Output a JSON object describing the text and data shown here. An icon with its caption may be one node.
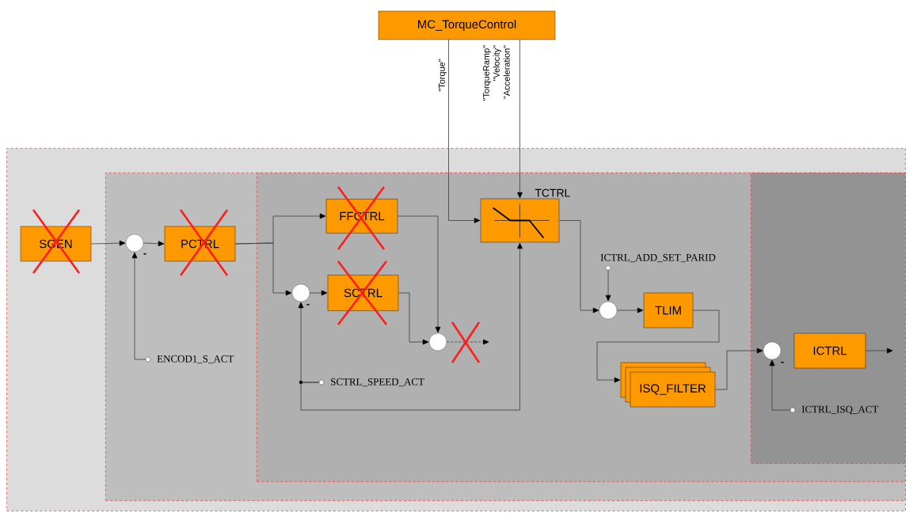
{
  "diagram": {
    "nodes": [
      {
        "text": [],
        "shape": "box"
      },
      {
        "text": [],
        "shape": "box",
        "in": 0
      },
      {
        "text": [],
        "shape": "box",
        "in": 1
      },
      {
        "text": [],
        "shape": "box",
        "in": 2
      },
      {
        "text": [
          "MC_TorqueControl"
        ]
      },
      {
        "text": [
          "SGEN"
        ],
        "in": 0
      },
      {
        "text": [],
        "shape": "circle",
        "in": 1
      },
      {
        "text": [
          "PCTRL"
        ],
        "in": 1
      },
      {
        "text": [
          "FFCTRL"
        ],
        "in": 2
      },
      {
        "text": [],
        "shape": "circle",
        "in": 2
      },
      {
        "text": [
          "SCTRL"
        ],
        "in": 2
      },
      {
        "text": [],
        "shape": "circle",
        "in": 2
      },
      {
        "text": [
          "TCTRL"
        ],
        "in": 2
      },
      {
        "text": [
          "ENCOD1_S_ACT"
        ],
        "in": 1
      },
      {
        "text": [
          "SCTRL_SPEED_ACT"
        ],
        "in": 2
      },
      {
        "text": [
          "ICTRL_ADD_SET_PARID"
        ],
        "in": 2
      },
      {
        "text": [],
        "shape": "circle",
        "in": 2
      },
      {
        "text": [
          "TLIM"
        ],
        "in": 2
      },
      {
        "text": [
          "ISQ_FILTER"
        ],
        "in": 2
      },
      {
        "text": [],
        "shape": "circle",
        "in": 3
      },
      {
        "text": [
          "ICTRL"
        ],
        "in": 3
      },
      {
        "text": [
          "ICTRL_ISQ_ACT"
        ],
        "in": 3
      }
    ],
    "edges": [
      {
        "from": 5,
        "to": 6,
        "arrow": "to"
      },
      {
        "from": 6,
        "to": 7,
        "arrow": "to"
      },
      {
        "from": 7,
        "to": 8,
        "arrow": "to"
      },
      {
        "from": 7,
        "to": 9,
        "arrow": "to"
      },
      {
        "from": 9,
        "to": 10,
        "arrow": "to"
      },
      {
        "from": 8,
        "to": 11,
        "arrow": "to"
      },
      {
        "from": 10,
        "to": 11,
        "arrow": "to"
      },
      {
        "from": 11,
        "to": null,
        "arrow": "to",
        "style": "dashed"
      },
      {
        "from": 13,
        "to": 6,
        "arrow": "to"
      },
      {
        "from": 14,
        "to": 9,
        "arrow": "to"
      },
      {
        "from": 14,
        "to": 12,
        "arrow": "to"
      },
      {
        "from": 4,
        "to": 12,
        "arrow": "to",
        "label": "\"Torque\""
      },
      {
        "from": 4,
        "to": 12,
        "arrow": "to",
        "label": "\"TorqueRamp\" \"Velocity\" \"Acceleration\""
      },
      {
        "from": 12,
        "to": 16,
        "arrow": "to"
      },
      {
        "from": 15,
        "to": 16,
        "arrow": "to"
      },
      {
        "from": 16,
        "to": 17,
        "arrow": "to"
      },
      {
        "from": 17,
        "to": 18,
        "arrow": "to"
      },
      {
        "from": 18,
        "to": 19,
        "arrow": "to"
      },
      {
        "from": 21,
        "to": 19,
        "arrow": "to"
      },
      {
        "from": 20,
        "to": null,
        "arrow": "to"
      }
    ],
    "labels": [
      "-",
      "-",
      "-"
    ]
  }
}
